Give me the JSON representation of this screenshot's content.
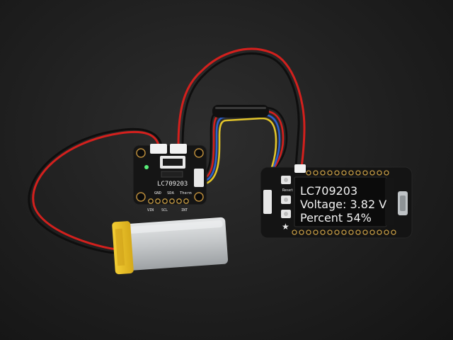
{
  "photo": {
    "subject": "Adafruit LC709203 battery monitor with Feather TFT",
    "background_color": "#1f1f1f"
  },
  "breakout_board": {
    "chip_label": "LC709203",
    "pin_labels": [
      "GND",
      "SDA",
      "Therm"
    ],
    "pin_labels_bottom": [
      "VIN",
      "SCL",
      "INT"
    ],
    "board_color": "#151515"
  },
  "feather_board": {
    "button_labels": [
      "Reset"
    ],
    "display": {
      "line1": "LC709203",
      "line2": "Voltage: 3.82 V",
      "line3": "Percent 54%"
    }
  },
  "battery": {
    "color": "#c9cbcc",
    "wrap_color": "#e9c126"
  },
  "wires": {
    "red": "#d3201d",
    "black": "#0e0e0e",
    "blue": "#2b5fcc",
    "yellow": "#e2c42a"
  }
}
